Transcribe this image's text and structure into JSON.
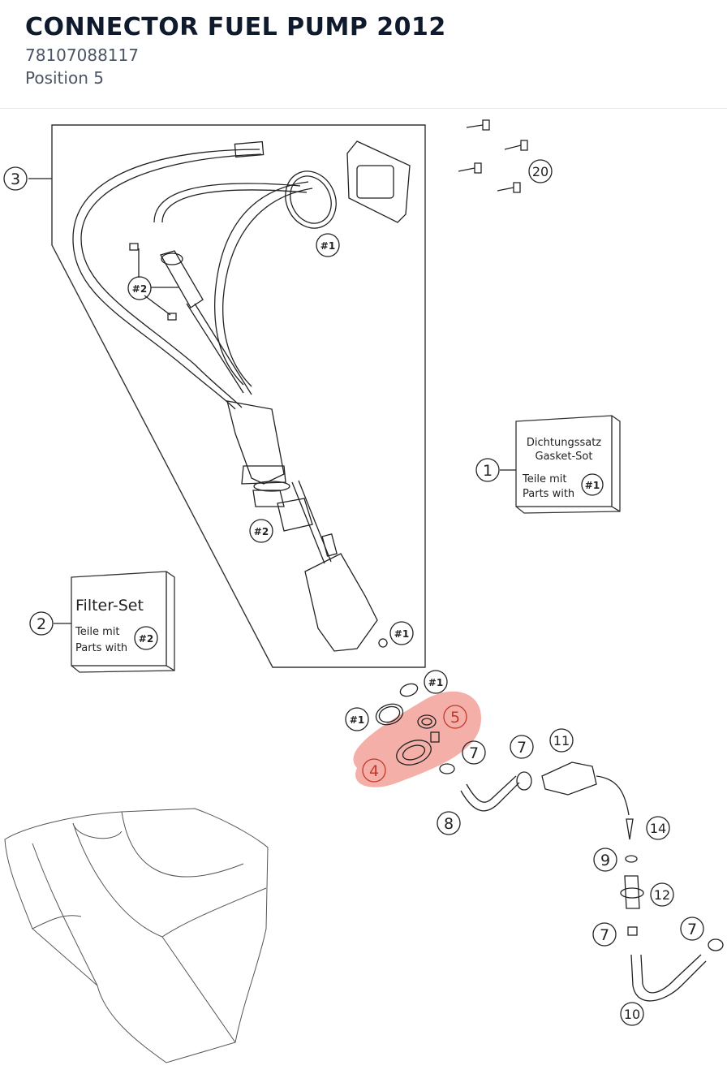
{
  "header": {
    "title": "CONNECTOR FUEL PUMP 2012",
    "part_number": "78107088117",
    "position": "Position 5"
  },
  "diagram": {
    "highlight_color": "#f4a6a0",
    "callouts": {
      "c3": "3",
      "c20": "20",
      "c1": "1",
      "c2": "2",
      "c4": "4",
      "c5": "5",
      "c7a": "7",
      "c7b": "7",
      "c7c": "7",
      "c7d": "7",
      "c8": "8",
      "c9": "9",
      "c10": "10",
      "c11": "11",
      "c12": "12",
      "c14": "14",
      "h1a": "#1",
      "h1b": "#1",
      "h1c": "#1",
      "h1d": "#1",
      "h2a": "#2",
      "h2b": "#2"
    },
    "gasket_box": {
      "line1": "Dichtungssatz",
      "line2": "Gasket-Sot",
      "line3": "Teile mit",
      "line4": "Parts with",
      "ref": "#1"
    },
    "filter_box": {
      "line1": "Filter-Set",
      "line2": "Teile mit",
      "line3": "Parts with",
      "ref": "#2"
    }
  }
}
